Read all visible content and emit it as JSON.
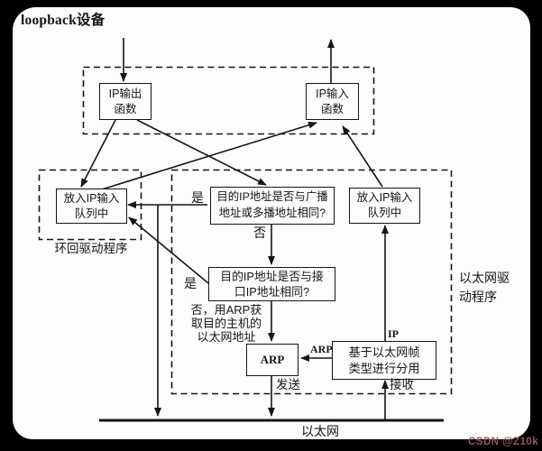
{
  "title": "loopback设备",
  "watermark": "CSDN @Z10k",
  "colors": {
    "background": "#000000",
    "panel": "#fdfdfd",
    "ink": "#151515",
    "watermark": "#96585f"
  },
  "nodes": {
    "ip_output": "IP输出\n函数",
    "ip_input": "IP输入\n函数",
    "loopback_queue": "放入IP输入\n队列中",
    "question_broadcast": "目的IP地址是否与广播\n地址或多播地址相同?",
    "question_interface": "目的IP地址是否与接\n口IP地址相同?",
    "arp": "ARP",
    "demux": "基于以太网帧\n类型进行分用",
    "ethernet_queue": "放入IP输入\n队列中"
  },
  "labels": {
    "loopback_driver": "环回驱动程序",
    "ethernet_driver": "以太网驱\n动程序",
    "yes_broadcast": "是",
    "no_broadcast": "否",
    "yes_interface": "是",
    "no_use_arp": "否，用ARP获\n取目的主机的\n以太网地址",
    "arp_edge": "ARP",
    "ip_edge": "IP",
    "send": "发送",
    "receive": "接收",
    "ethernet": "以太网"
  }
}
